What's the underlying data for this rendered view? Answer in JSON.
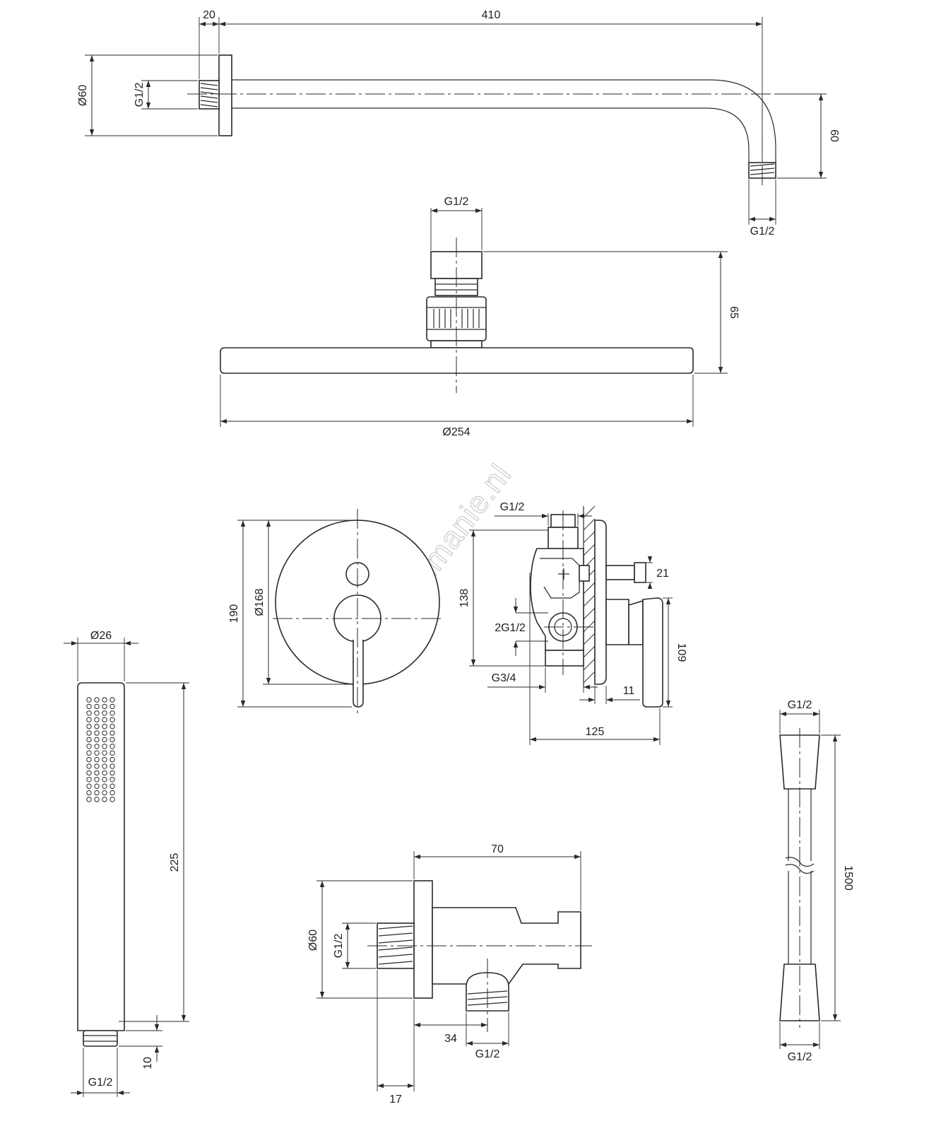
{
  "watermark": "lampenmanie.nl",
  "shower_arm": {
    "flange_thickness": "20",
    "length": "410",
    "flange_diameter": "Ø60",
    "inlet_thread": "G1/2",
    "drop": "60",
    "outlet_thread": "G1/2"
  },
  "shower_head": {
    "inlet_thread": "G1/2",
    "height": "65",
    "diameter": "Ø254"
  },
  "mixer_plate": {
    "outer_height": "190",
    "diameter": "Ø168"
  },
  "mixer_body": {
    "top_thread": "G1/2",
    "body_height": "138",
    "outlet_length": "21",
    "outlets": "2G1/2",
    "inlet": "G3/4",
    "handle_height": "109",
    "plate_offset": "11",
    "depth": "125"
  },
  "hand_shower": {
    "diameter": "Ø26",
    "length": "225",
    "connector_length": "10",
    "thread": "G1/2"
  },
  "wall_outlet": {
    "depth": "70",
    "flange_diameter": "Ø60",
    "inlet_thread": "G1/2",
    "outlet_offset": "34",
    "outlet_thread": "G1/2",
    "flange_thickness": "17"
  },
  "hose": {
    "top_thread": "G1/2",
    "length": "1500",
    "bottom_thread": "G1/2"
  }
}
